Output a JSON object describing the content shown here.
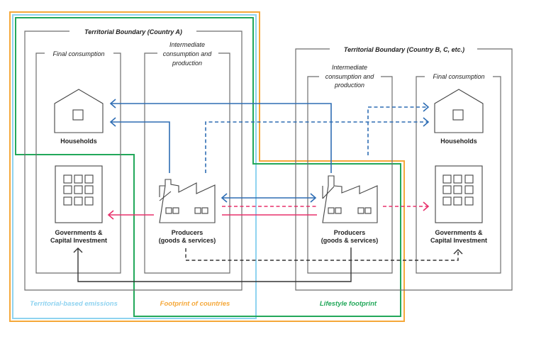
{
  "diagram": {
    "country_a": {
      "title": "Territorial Boundary (Country A)",
      "final_consumption": {
        "label": "Final consumption",
        "households": "Households",
        "government_line1": "Governments &",
        "government_line2": "Capital Investment"
      },
      "intermediate": {
        "label_line1": "Intermediate",
        "label_line2": "consumption and",
        "label_line3": "production",
        "producers_line1": "Producers",
        "producers_line2": "(goods & services)"
      }
    },
    "country_b": {
      "title": "Territorial Boundary (Country B, C, etc.)",
      "intermediate": {
        "label_line1": "Intermediate",
        "label_line2": "consumption and",
        "label_line3": "production",
        "producers_line1": "Producers",
        "producers_line2": "(goods & services)"
      },
      "final_consumption": {
        "label": "Final consumption",
        "households": "Households",
        "government_line1": "Governments &",
        "government_line2": "Capital Investment"
      }
    },
    "legend": {
      "territorial": "Territorial-based emissions",
      "footprint": "Footprint of countries",
      "lifestyle": "Lifestyle footprint"
    },
    "colors": {
      "territorial": "#8fd3f0",
      "footprint": "#f5a83a",
      "lifestyle": "#22a85a",
      "flow_blue": "#2e6db4",
      "flow_pink": "#e8306b",
      "flow_black": "#333333",
      "boundary_gray": "#6e6e6e"
    }
  }
}
